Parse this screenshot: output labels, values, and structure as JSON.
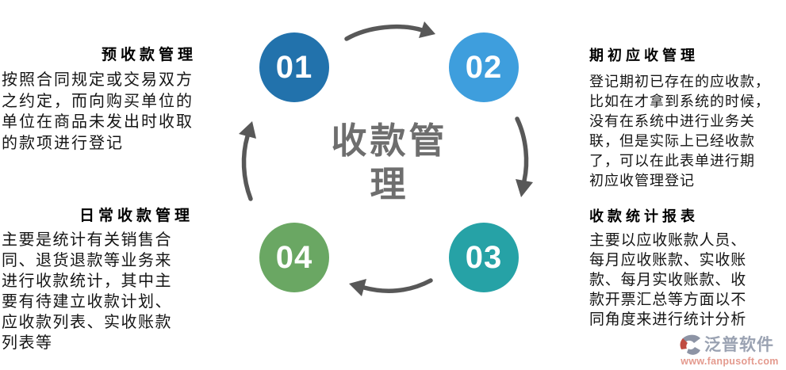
{
  "center": {
    "title": "收款管理",
    "title_color": "#6e6e6e"
  },
  "steps": [
    {
      "number": "01",
      "circle_color": "#2272ac",
      "title": "预收款管理",
      "body_lines": [
        "按照合同规定或交易双方",
        "之约定，而向购买单位的",
        "单位在商品未发出时收取",
        "的款项进行登记"
      ]
    },
    {
      "number": "02",
      "circle_color": "#3e9edd",
      "title": "期初应收管理",
      "body_lines": [
        "登记期初已存在的应收款，",
        "比如在才拿到系统的时候，",
        "没有在系统中进行业务关",
        "联，但是实际上已经收款",
        "了，可以在此表单进行期",
        "初应收管理登记"
      ]
    },
    {
      "number": "03",
      "circle_color": "#26a2a6",
      "title": "收款统计报表",
      "body_lines": [
        "主要以应收账款人员、",
        "每月应收账款、实收账",
        "款、每月实收账款、收",
        "款开票汇总等方面以不",
        "同角度来进行统计分析"
      ]
    },
    {
      "number": "04",
      "circle_color": "#6aa763",
      "title": "日常收款管理",
      "body_lines": [
        "主要是统计有关销售合",
        "同、退货退款等业务来",
        "进行收款统计，其中主",
        "要有待建立收款计划、",
        "应收款列表、实收账款",
        "列表等"
      ]
    }
  ],
  "icons": {
    "arrow_top": "curved-arrow-right",
    "arrow_right": "curved-arrow-down",
    "arrow_bottom": "curved-arrow-left",
    "arrow_left": "curved-arrow-up",
    "logo": "fanpu-swirl-logo"
  },
  "colors": {
    "arrow": "#585858",
    "body_text": "#151515",
    "watermark_brand": "#9aa2b2",
    "watermark_url": "#e49a8e"
  },
  "watermark": {
    "brand": "泛普软件",
    "url": "www.fanpusoft.com"
  }
}
